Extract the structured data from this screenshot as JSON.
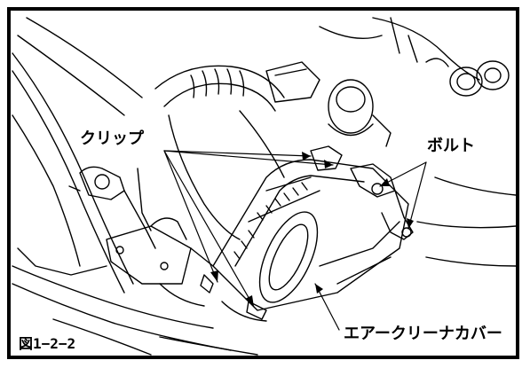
{
  "labels": {
    "clip": "クリップ",
    "bolt": "ボルト",
    "cover": "エアークリーナカバー",
    "figure_number": "図1−2−2"
  },
  "colors": {
    "line": "#000000",
    "background": "#ffffff"
  }
}
